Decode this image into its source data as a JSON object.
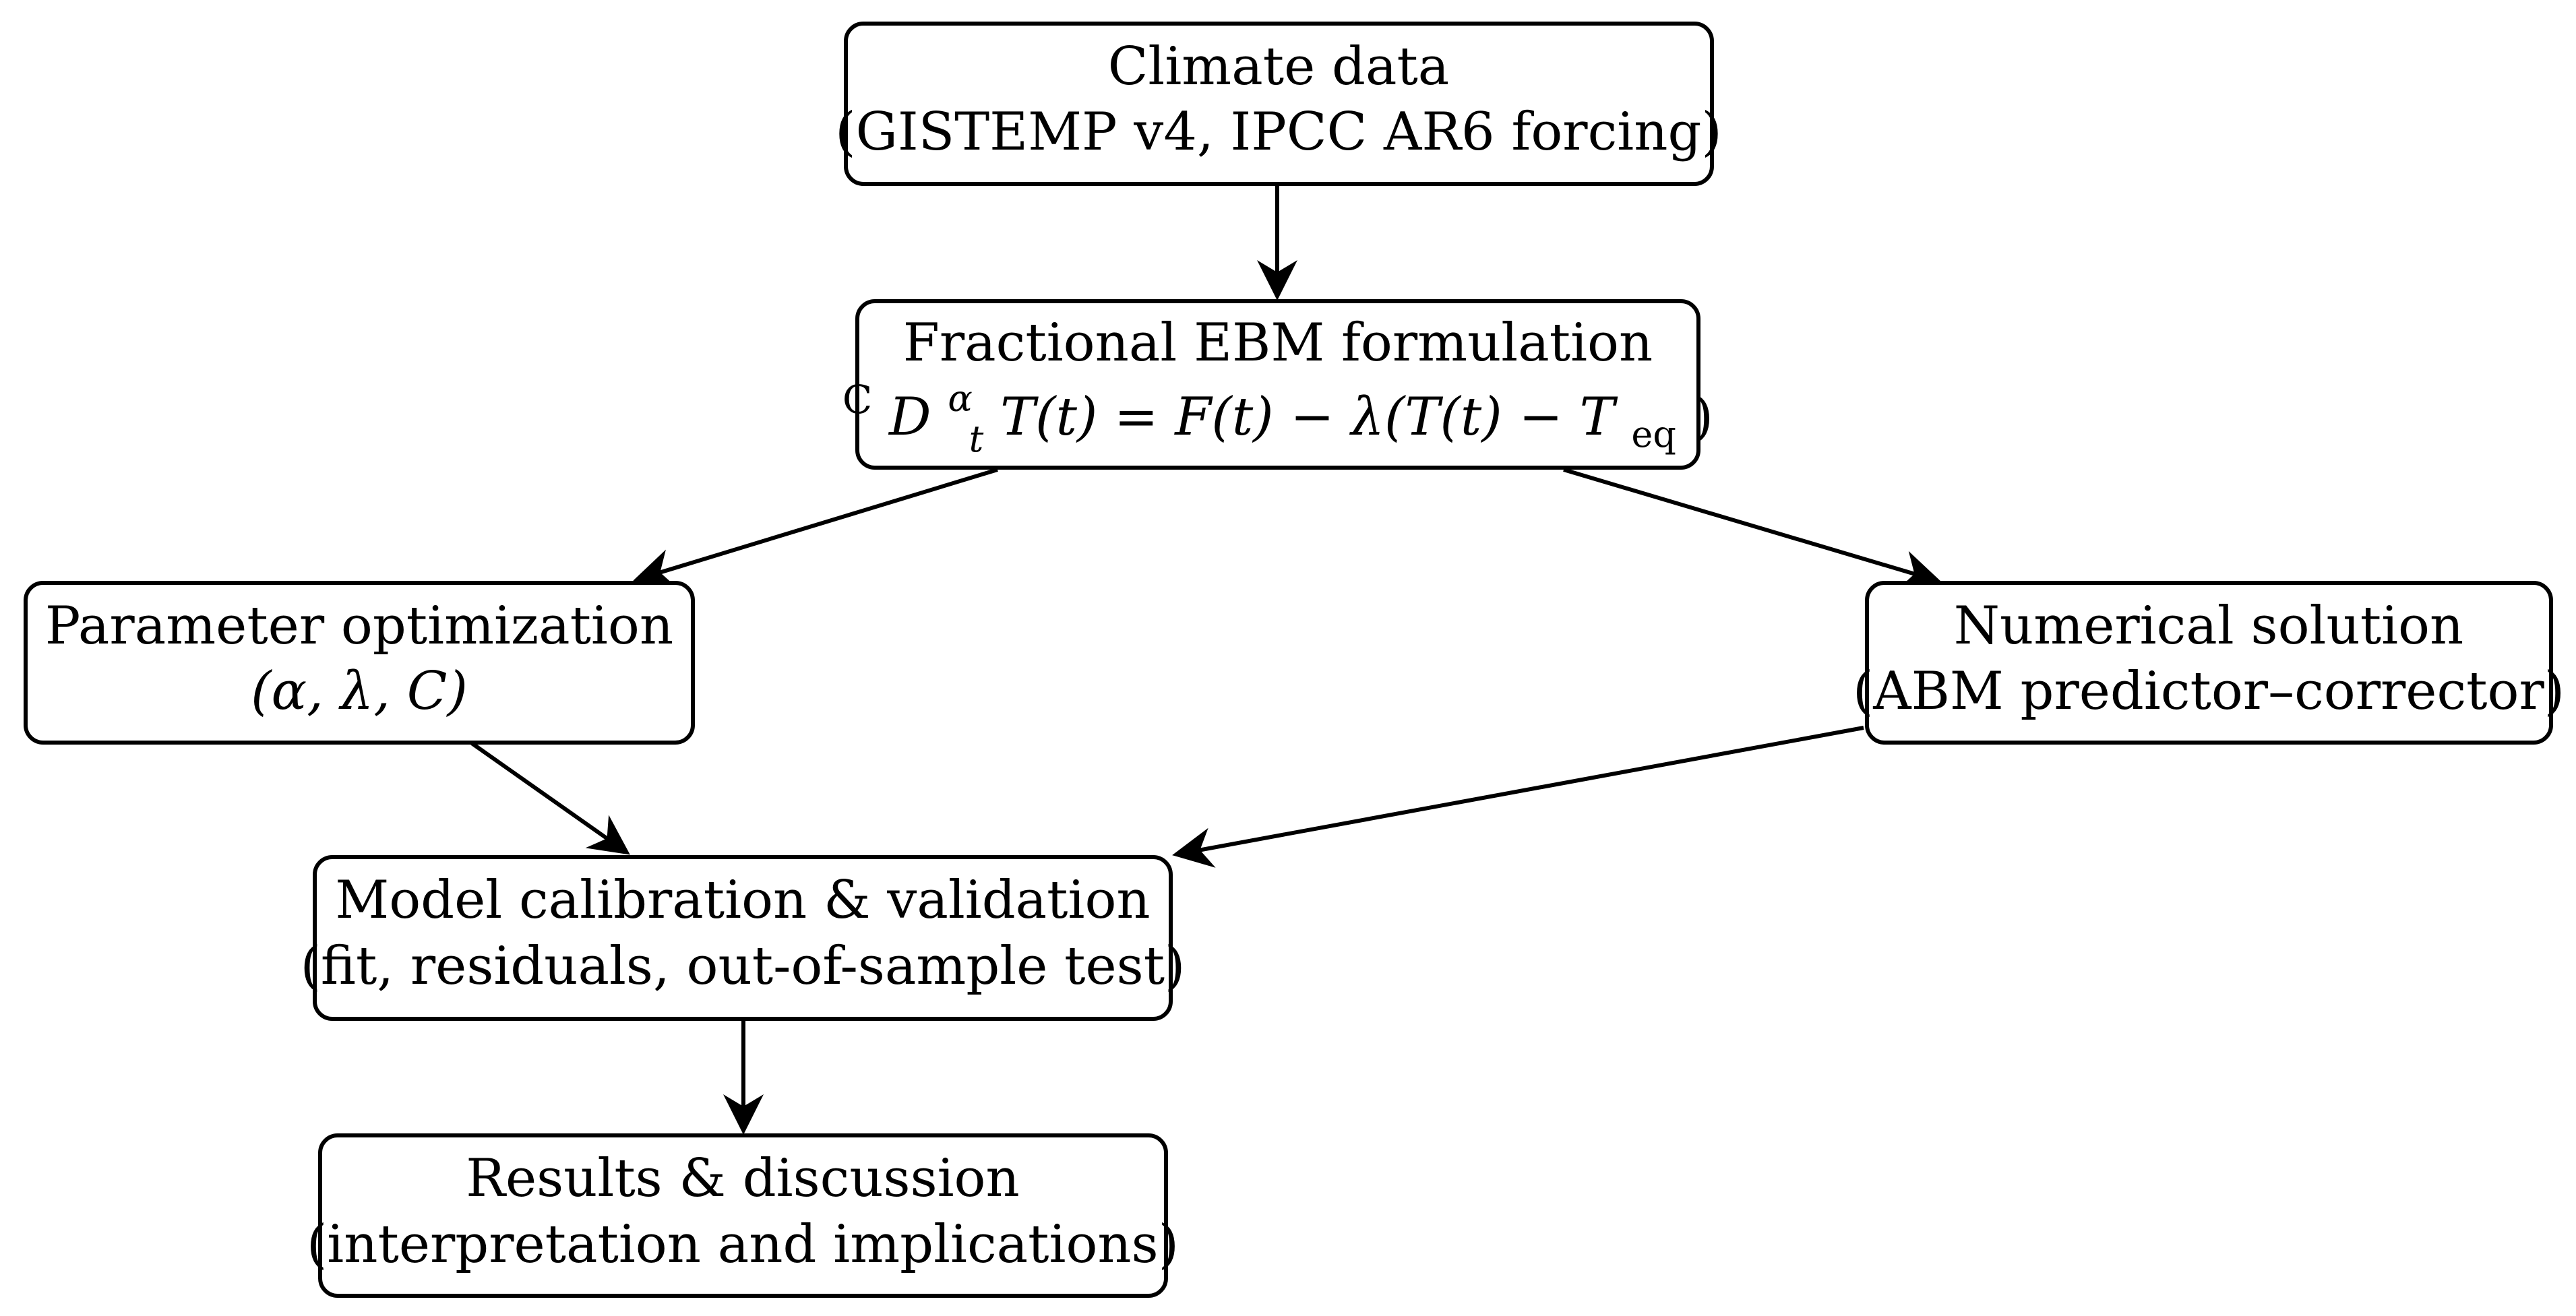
{
  "nodes": {
    "climate": {
      "title": "Climate data",
      "subtitle": "(GISTEMP v4, IPCC AR6 forcing)"
    },
    "ebm": {
      "title": "Fractional EBM formulation",
      "equation": {
        "pre": "C",
        "op": "D",
        "sup": "α",
        "sub": "t",
        "lhs": "T(t) = F(t) − λ(T(t) − T",
        "eq_sub": "eq",
        "close": ")"
      }
    },
    "param": {
      "title": "Parameter optimization",
      "subtitle": "(α, λ, C)"
    },
    "numerical": {
      "title": "Numerical solution",
      "subtitle": "(ABM predictor–corrector)"
    },
    "calibration": {
      "title": "Model calibration & validation",
      "subtitle": "(fit, residuals, out-of-sample test)"
    },
    "results": {
      "title": "Results & discussion",
      "subtitle": "(interpretation and implications)"
    }
  },
  "edges": [
    {
      "from": "climate",
      "to": "ebm"
    },
    {
      "from": "ebm",
      "to": "param"
    },
    {
      "from": "ebm",
      "to": "numerical"
    },
    {
      "from": "param",
      "to": "calibration"
    },
    {
      "from": "numerical",
      "to": "calibration"
    },
    {
      "from": "calibration",
      "to": "results"
    }
  ],
  "colors": {
    "stroke": "#000000",
    "background": "#ffffff"
  }
}
